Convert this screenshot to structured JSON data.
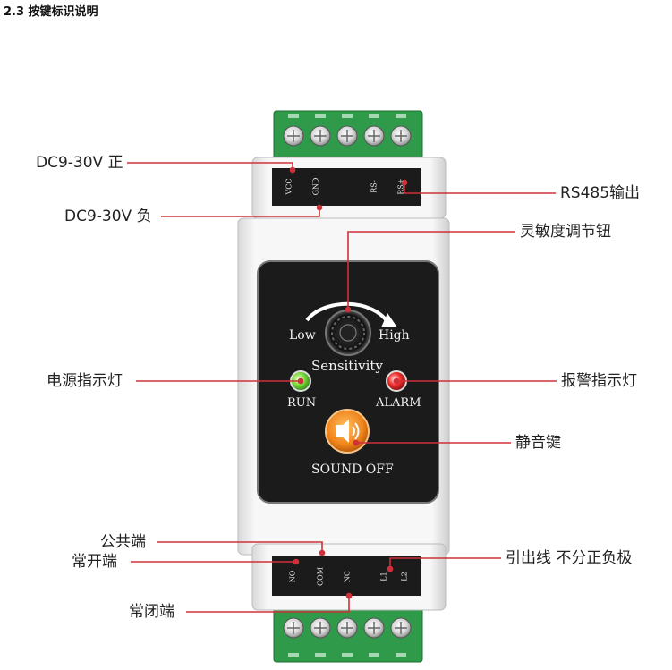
{
  "section_title": "2.3 按键标识说明",
  "callouts": {
    "dc_positive": "DC9-30V 正",
    "dc_negative": "DC9-30V 负",
    "rs485": "RS485输出",
    "sensitivity_knob": "灵敏度调节钮",
    "power_led": "电源指示灯",
    "alarm_led": "报警指示灯",
    "mute_key": "静音键",
    "common": "公共端",
    "normally_open": "常开端",
    "normally_closed": "常闭端",
    "lead_wire": "引出线 不分正负极"
  },
  "top_terminals": [
    "VCC",
    "GND",
    "RS-",
    "RS+"
  ],
  "bottom_terminals": [
    "NO",
    "COM",
    "NC",
    "L1",
    "L2"
  ],
  "panel": {
    "low": "Low",
    "high": "High",
    "sensitivity": "Sensitivity",
    "run": "RUN",
    "alarm": "ALARM",
    "sound_off": "SOUND OFF"
  },
  "colors": {
    "connector_green": "#2e9a4a",
    "leader_red": "#d0303a",
    "panel_black": "#1b1b1b",
    "run_led": "#6fd43a",
    "alarm_led": "#e8282a",
    "sound_button": "#f08a1e"
  }
}
